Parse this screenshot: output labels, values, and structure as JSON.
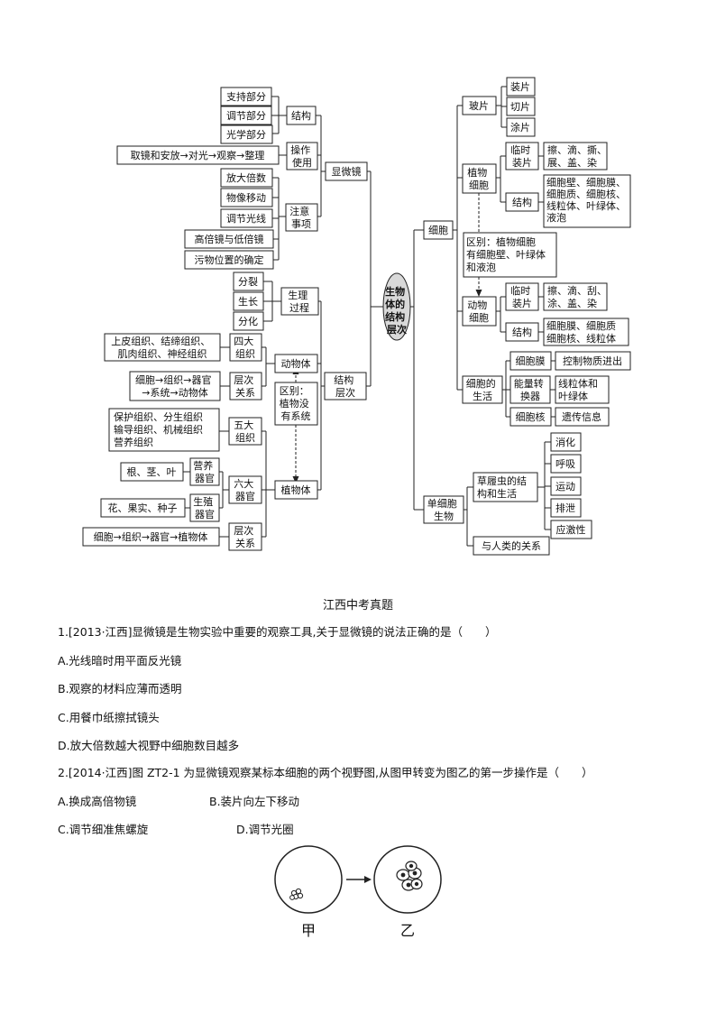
{
  "map": {
    "center": [
      "生物",
      "体的",
      "结构",
      "层次"
    ],
    "microscope": {
      "label": "显微镜",
      "structure": {
        "label": "结构",
        "items": [
          "支持部分",
          "调节部分",
          "光学部分"
        ]
      },
      "operation": {
        "label": [
          "操作",
          "使用"
        ],
        "item": "取镜和安放→对光→观察→整理"
      },
      "notes": {
        "label": [
          "注意",
          "事项"
        ],
        "items": [
          "放大倍数",
          "物像移动",
          "调节光线",
          "高倍镜与低倍镜",
          "污物位置的确定"
        ]
      }
    },
    "levels": {
      "label": [
        "结构",
        "层次"
      ],
      "physiology": {
        "label": [
          "生理",
          "过程"
        ],
        "items": [
          "分裂",
          "生长",
          "分化"
        ]
      },
      "animal": {
        "label": "动物体",
        "tissues": {
          "label": [
            "四大",
            "组织"
          ],
          "text": [
            "上皮组织、结缔组织、",
            "肌肉组织、神经组织"
          ]
        },
        "hierarchy": {
          "label": [
            "层次",
            "关系"
          ],
          "text": [
            "细胞→组织→器官",
            "→系统→动物体"
          ]
        }
      },
      "difference": [
        "区别：",
        "植物没",
        "有系统"
      ],
      "plant": {
        "label": "植物体",
        "tissues": {
          "label": [
            "五大",
            "组织"
          ],
          "text": [
            "保护组织、分生组织",
            "输导组织、机械组织",
            "营养组织"
          ]
        },
        "organs": {
          "label": [
            "六大",
            "器官"
          ],
          "nutrition": {
            "label": [
              "营养",
              "器官"
            ],
            "text": "根、茎、叶"
          },
          "reproduction": {
            "label": [
              "生殖",
              "器官"
            ],
            "text": "花、果实、种子"
          }
        },
        "hierarchy": {
          "label": [
            "层次",
            "关系"
          ],
          "text": "细胞→组织→器官→植物体"
        }
      }
    },
    "cell": {
      "label": "细胞",
      "slide": {
        "label": "玻片",
        "items": [
          "装片",
          "切片",
          "涂片"
        ]
      },
      "plant": {
        "label": [
          "植物",
          "细胞"
        ],
        "temp": {
          "label": [
            "临时",
            "装片"
          ],
          "text": [
            "擦、滴、撕、",
            "展、盖、染"
          ]
        },
        "structure": {
          "label": "结构",
          "text": [
            "细胞壁、细胞膜、",
            "细胞质、细胞核、",
            "线粒体、叶绿体、",
            "液泡"
          ]
        }
      },
      "difference": [
        "区别：植物细胞",
        "有细胞壁、叶绿体",
        "和液泡"
      ],
      "animal": {
        "label": [
          "动物",
          "细胞"
        ],
        "temp": {
          "label": [
            "临时",
            "装片"
          ],
          "text": [
            "擦、滴、刮、",
            "涂、盖、染"
          ]
        },
        "structure": {
          "label": "结构",
          "text": [
            "细胞膜、细胞质",
            "细胞核、线粒体"
          ]
        }
      },
      "life": {
        "label": [
          "细胞的",
          "生活"
        ],
        "membrane": {
          "label": "细胞膜",
          "text": "控制物质进出"
        },
        "energy": {
          "label": [
            "能量转",
            "换器"
          ],
          "text": [
            "线粒体和",
            "叶绿体"
          ]
        },
        "nucleus": {
          "label": "细胞核",
          "text": "遗传信息"
        }
      }
    },
    "single": {
      "label": [
        "单细胞",
        "生物"
      ],
      "paramecium": {
        "label": [
          "草履虫的结",
          "构和生活"
        ],
        "items": [
          "消化",
          "呼吸",
          "运动",
          "排泄",
          "应激性"
        ]
      },
      "relation": "与人类的关系"
    }
  },
  "section_title": "江西中考真题",
  "questions": [
    {
      "stem": "1.[2013·江西]显微镜是生物实验中重要的观察工具,关于显微镜的说法正确的是（　　）",
      "options": [
        "A.光线暗时用平面反光镜",
        "B.观察的材料应薄而透明",
        "C.用餐巾纸擦拭镜头",
        "D.放大倍数越大视野中细胞数目越多"
      ]
    },
    {
      "stem": "2.[2014·江西]图 ZT2-1 为显微镜观察某标本细胞的两个视野图,从图甲转变为图乙的第一步操作是（　　）",
      "options": [
        "A.换成高倍物镜",
        "B.装片向左下移动",
        "C.调节细准焦螺旋",
        "D.调节光圈"
      ]
    }
  ],
  "figure": {
    "left_label": "甲",
    "right_label": "乙"
  }
}
